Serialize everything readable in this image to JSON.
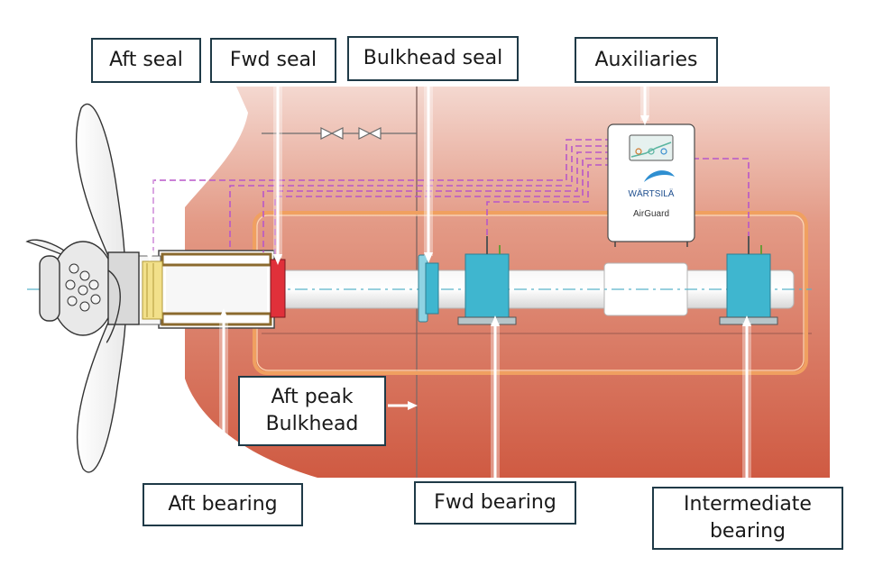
{
  "callouts": {
    "aft_seal": "Aft seal",
    "fwd_seal": "Fwd seal",
    "bulkhead_seal": "Bulkhead seal",
    "auxiliaries": "Auxiliaries",
    "aft_peak_line1": "Aft peak",
    "aft_peak_line2": "Bulkhead",
    "aft_bearing": "Aft bearing",
    "fwd_bearing": "Fwd bearing",
    "intermediate_line1": "Intermediate",
    "intermediate_line2": "bearing"
  },
  "unit": {
    "brand": "WÄRTSILÄ",
    "product": "AirGuard"
  },
  "colors": {
    "hull": "#d4604a",
    "bearing": "#3fb6cf",
    "seal_fwd": "#e0303a",
    "seal_aft": "#f2e08a",
    "air_piping": "#b857c9",
    "loop_pipe": "#f0a060",
    "callout_border": "#1f3a47",
    "leader": "#ffffff"
  }
}
